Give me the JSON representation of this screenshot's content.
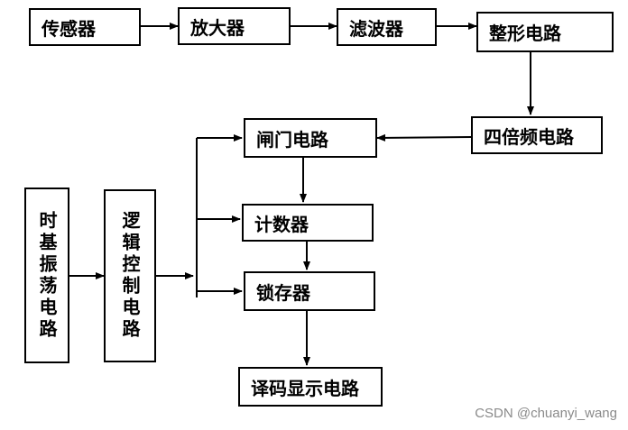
{
  "blocks": {
    "sensor": "传感器",
    "amplifier": "放大器",
    "filter": "滤波器",
    "shaping": "整形电路",
    "quadrupler": "四倍频电路",
    "gate": "闸门电路",
    "counter": "计数器",
    "latch": "锁存器",
    "decoder_display": "译码显示电路",
    "timebase": "时基振荡电路",
    "logic_control": "逻辑控制电路"
  },
  "watermark": "CSDN @chuanyi_wang"
}
